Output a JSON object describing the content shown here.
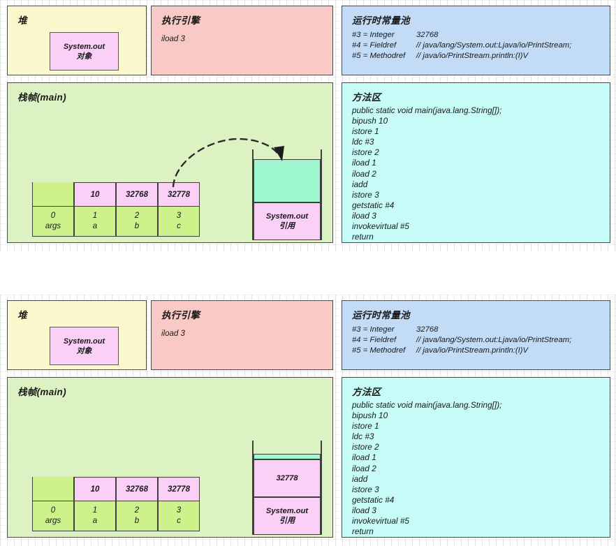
{
  "diagrams": [
    {
      "id": "jvm-state-before-invokevirtual",
      "heap": {
        "title": "堆",
        "object_label_line1": "System.out",
        "object_label_line2": "对象"
      },
      "engine": {
        "title": "执行引擎",
        "current_instruction": "iload 3"
      },
      "constant_pool": {
        "title": "运行时常量池",
        "entries": [
          {
            "key": "#3 = Integer",
            "value": "32768"
          },
          {
            "key": "#4 = Fieldref",
            "value": "// java/lang/System.out:Ljava/io/PrintStream;"
          },
          {
            "key": "#5 = Methodref",
            "value": "// java/io/PrintStream.println:(I)V"
          }
        ]
      },
      "frame": {
        "title": "栈帧(main)",
        "local_variable_table": [
          {
            "value": "",
            "index": "0",
            "name": "args",
            "filled": false
          },
          {
            "value": "10",
            "index": "1",
            "name": "a",
            "filled": true
          },
          {
            "value": "32768",
            "index": "2",
            "name": "b",
            "filled": true
          },
          {
            "value": "32778",
            "index": "3",
            "name": "c",
            "filled": true
          }
        ],
        "operand_stack": [
          {
            "kind": "empty",
            "line1": "",
            "line2": ""
          },
          {
            "kind": "ref",
            "line1": "System.out",
            "line2": "引用"
          }
        ],
        "arrow": {
          "label": "",
          "from": "local-slot-3",
          "to": "operand-stack-top",
          "style": "dashed-curve-with-arrowhead"
        }
      },
      "method_area": {
        "title": "方法区",
        "code": [
          "public static void main(java.lang.String[]);",
          "bipush 10",
          "istore 1",
          "ldc #3",
          "istore 2",
          "iload 1",
          "iload 2",
          "iadd",
          "istore 3",
          "getstatic #4",
          "iload 3",
          "invokevirtual #5",
          "return"
        ]
      }
    },
    {
      "id": "jvm-state-after-iload-3",
      "heap": {
        "title": "堆",
        "object_label_line1": "System.out",
        "object_label_line2": "对象"
      },
      "engine": {
        "title": "执行引擎",
        "current_instruction": "iload 3"
      },
      "constant_pool": {
        "title": "运行时常量池",
        "entries": [
          {
            "key": "#3 = Integer",
            "value": "32768"
          },
          {
            "key": "#4 = Fieldref",
            "value": "// java/lang/System.out:Ljava/io/PrintStream;"
          },
          {
            "key": "#5 = Methodref",
            "value": "// java/io/PrintStream.println:(I)V"
          }
        ]
      },
      "frame": {
        "title": "栈帧(main)",
        "local_variable_table": [
          {
            "value": "",
            "index": "0",
            "name": "args",
            "filled": false
          },
          {
            "value": "10",
            "index": "1",
            "name": "a",
            "filled": true
          },
          {
            "value": "32768",
            "index": "2",
            "name": "b",
            "filled": true
          },
          {
            "value": "32778",
            "index": "3",
            "name": "c",
            "filled": true
          }
        ],
        "operand_stack": [
          {
            "kind": "empty-thin",
            "line1": "",
            "line2": ""
          },
          {
            "kind": "value",
            "line1": "32778",
            "line2": ""
          },
          {
            "kind": "ref",
            "line1": "System.out",
            "line2": "引用"
          }
        ],
        "arrow": null
      },
      "method_area": {
        "title": "方法区",
        "code": [
          "public static void main(java.lang.String[]);",
          "bipush 10",
          "istore 1",
          "ldc #3",
          "istore 2",
          "iload 1",
          "iload 2",
          "iadd",
          "istore 3",
          "getstatic #4",
          "iload 3",
          "invokevirtual #5",
          "return"
        ]
      }
    }
  ],
  "colors": {
    "heap_bg": "#fbf8cd",
    "engine_bg": "#f9c9c6",
    "constant_pool_bg": "#c2dbf7",
    "frame_bg": "#ddf2c2",
    "method_area_bg": "#c7fbf7",
    "pink_cell": "#fbd0f7",
    "green_cell": "#cdf28c",
    "teal_slot": "#9ef7cf",
    "border": "#3f3f3f"
  }
}
